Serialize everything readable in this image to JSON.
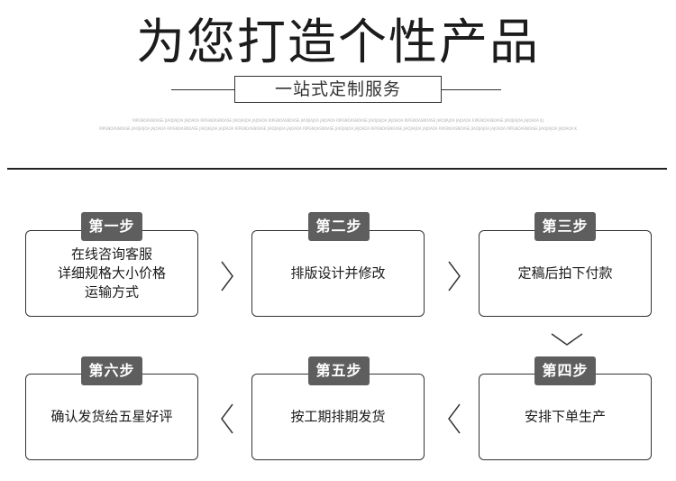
{
  "header": {
    "title": "为您打造个性产品",
    "subtitle": "一站式定制服务",
    "fine_print_1": "RIPGNOASNOASE JIAOJIAJOA JAJOAOA RIPGNOASNOASE JIAOJIAJOA JAJOAOA RIPGNOASNOASE JIAOJIAJOA JAJOAOA RIPGNOASNOASE JIAOJIAJOA JAJOAOA RIPGNOASNOASE JIAOJIAJOA JAJOAOA RIPGNOASNOASE JIAOJIAJOA JAJOAOA KJ",
    "fine_print_2": "RIPGNOASNOASE JIAOJIAJOA JAJOAOA RIPGNOASNOASE JIAOJIAJOA JAJOAOA RIPGNOASNOASE JIAOJIAJOA JAJOAOA RIPGNOASNOASE JIAOJIAJOA JAJOAOA RIPGNOASNOASE JIAOJIAJOA JAJOAOA RIPGNOASNOASE JIAOJIAJOA JAJOAOA RIPGNOASNOASE JIAOJIAJOA JAJOAOA K"
  },
  "steps": [
    {
      "badge": "第一步",
      "lines": [
        "在线咨询客服",
        "详细规格大小价格",
        "运输方式"
      ]
    },
    {
      "badge": "第二步",
      "lines": [
        "排版设计并修改"
      ]
    },
    {
      "badge": "第三步",
      "lines": [
        "定稿后拍下付款"
      ]
    },
    {
      "badge": "第四步",
      "lines": [
        "安排下单生产"
      ]
    },
    {
      "badge": "第五步",
      "lines": [
        "按工期排期发货"
      ]
    },
    {
      "badge": "第六步",
      "lines": [
        "确认发货给五星好评"
      ]
    }
  ],
  "colors": {
    "badge_bg": "#5e5e5e",
    "border": "#333333",
    "text": "#1a1a1a"
  }
}
